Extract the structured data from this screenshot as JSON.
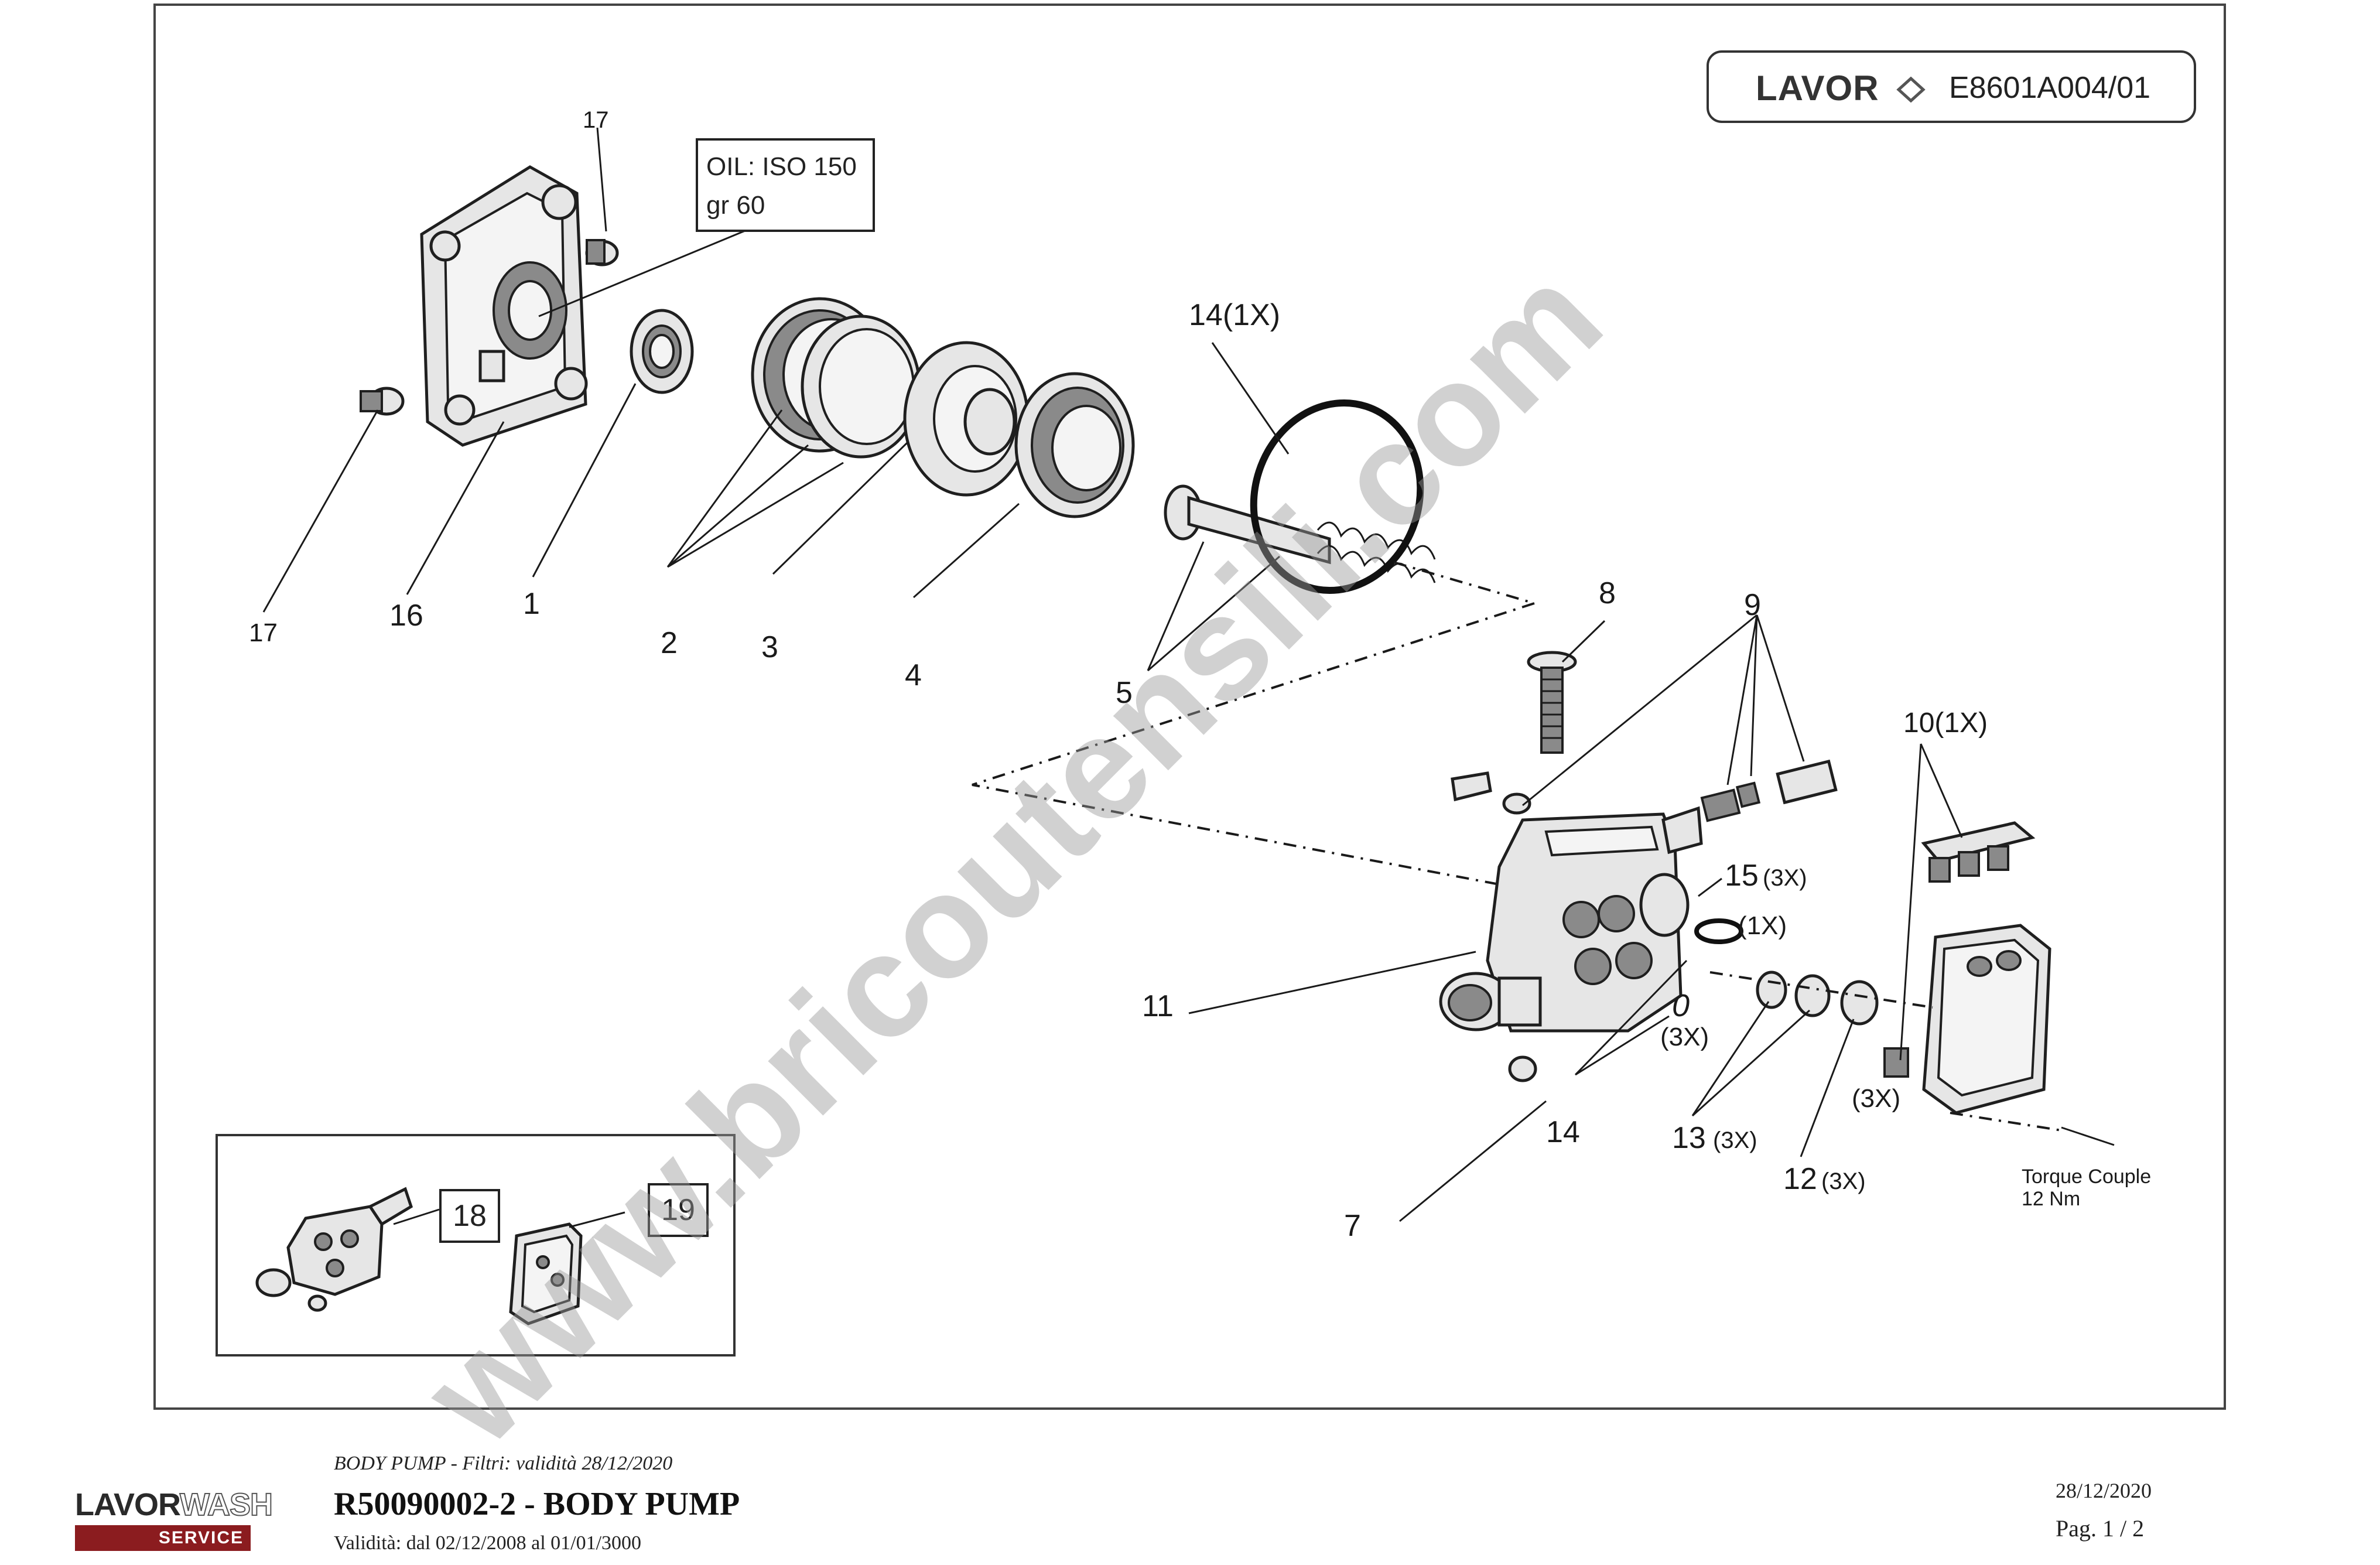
{
  "header": {
    "brand": "LAVOR",
    "code": "E8601A004/01"
  },
  "note": {
    "line1": "OIL: ISO 150",
    "line2": "gr 60"
  },
  "callouts": {
    "c17a": "17",
    "c17b": "17",
    "c16": "16",
    "c1": "1",
    "c2": "2",
    "c3": "3",
    "c4": "4",
    "c5": "5",
    "c14a": "14(1X)",
    "c8": "8",
    "c9": "9",
    "c10": "10(1X)",
    "c15": "15",
    "c15q": "(3X)",
    "c1x": "(1X)",
    "c11": "11",
    "c3xa": "(3X)",
    "c14b": "14",
    "c13": "13",
    "c13q": "(3X)",
    "c12": "12",
    "c12q": "(3X)",
    "c3xb": "(3X)",
    "c7": "7",
    "torque1": "Torque Couple",
    "torque2": "12 Nm"
  },
  "inset": {
    "box18": "18",
    "box19": "19"
  },
  "watermark": "www.bricoutensili.com",
  "footer": {
    "subtitle": "BODY PUMP - Filtri: validità 28/12/2020",
    "title": "R50090002-2 - BODY PUMP",
    "validity": "Validità: dal 02/12/2008 al 01/01/3000",
    "date": "28/12/2020",
    "page": "Pag. 1 / 2",
    "logo_top_a": "LAVOR",
    "logo_top_b": "WASH",
    "logo_bar": "SERVICE"
  },
  "colors": {
    "logo_red": "#8b1c1f",
    "line": "#1a1a1a",
    "watermark": "#9a9a9a"
  }
}
